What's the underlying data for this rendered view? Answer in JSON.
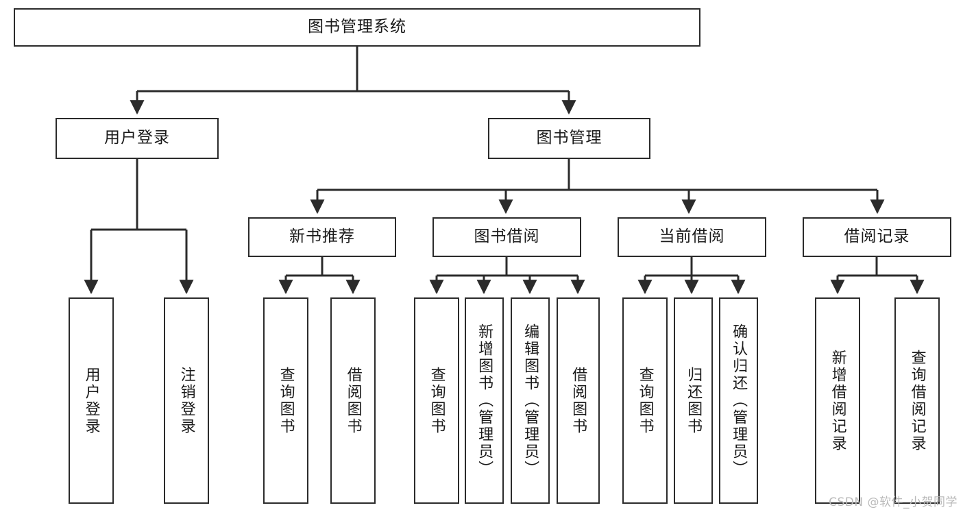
{
  "diagram": {
    "type": "tree-hierarchy-chart",
    "title": "图书管理系统",
    "levels": {
      "root": {
        "label": "图书管理系统"
      },
      "level2": [
        {
          "id": "user-login",
          "label": "用户登录"
        },
        {
          "id": "book-management",
          "label": "图书管理"
        }
      ],
      "level3": [
        {
          "id": "new-book-recommend",
          "label": "新书推荐",
          "parent": "book-management"
        },
        {
          "id": "book-borrow",
          "label": "图书借阅",
          "parent": "book-management"
        },
        {
          "id": "current-borrow",
          "label": "当前借阅",
          "parent": "book-management"
        },
        {
          "id": "borrow-record",
          "label": "借阅记录",
          "parent": "book-management"
        }
      ],
      "leaves": [
        {
          "id": "leaf-user-login",
          "label": "用户登录",
          "parent": "user-login"
        },
        {
          "id": "leaf-logout",
          "label": "注销登录",
          "parent": "user-login"
        },
        {
          "id": "leaf-query-book-1",
          "label": "查询图书",
          "parent": "new-book-recommend"
        },
        {
          "id": "leaf-borrow-book-1",
          "label": "借阅图书",
          "parent": "new-book-recommend"
        },
        {
          "id": "leaf-query-book-2",
          "label": "查询图书",
          "parent": "book-borrow"
        },
        {
          "id": "leaf-add-book",
          "label": "新增图书（管理员）",
          "parent": "book-borrow"
        },
        {
          "id": "leaf-edit-book",
          "label": "编辑图书（管理员）",
          "parent": "book-borrow"
        },
        {
          "id": "leaf-borrow-book-2",
          "label": "借阅图书",
          "parent": "book-borrow"
        },
        {
          "id": "leaf-query-book-3",
          "label": "查询图书",
          "parent": "current-borrow"
        },
        {
          "id": "leaf-return-book",
          "label": "归还图书",
          "parent": "current-borrow"
        },
        {
          "id": "leaf-confirm-return",
          "label": "确认归还（管理员）",
          "parent": "current-borrow"
        },
        {
          "id": "leaf-add-record",
          "label": "新增借阅记录",
          "parent": "borrow-record"
        },
        {
          "id": "leaf-query-record",
          "label": "查询借阅记录",
          "parent": "borrow-record"
        }
      ]
    },
    "colors": {
      "stroke": "#2b2b2b",
      "fill": "#ffffff",
      "text": "#1a1a1a",
      "watermark": "#b9b9b9"
    }
  },
  "watermark": {
    "text": "CSDN @软件_小贺同学"
  }
}
